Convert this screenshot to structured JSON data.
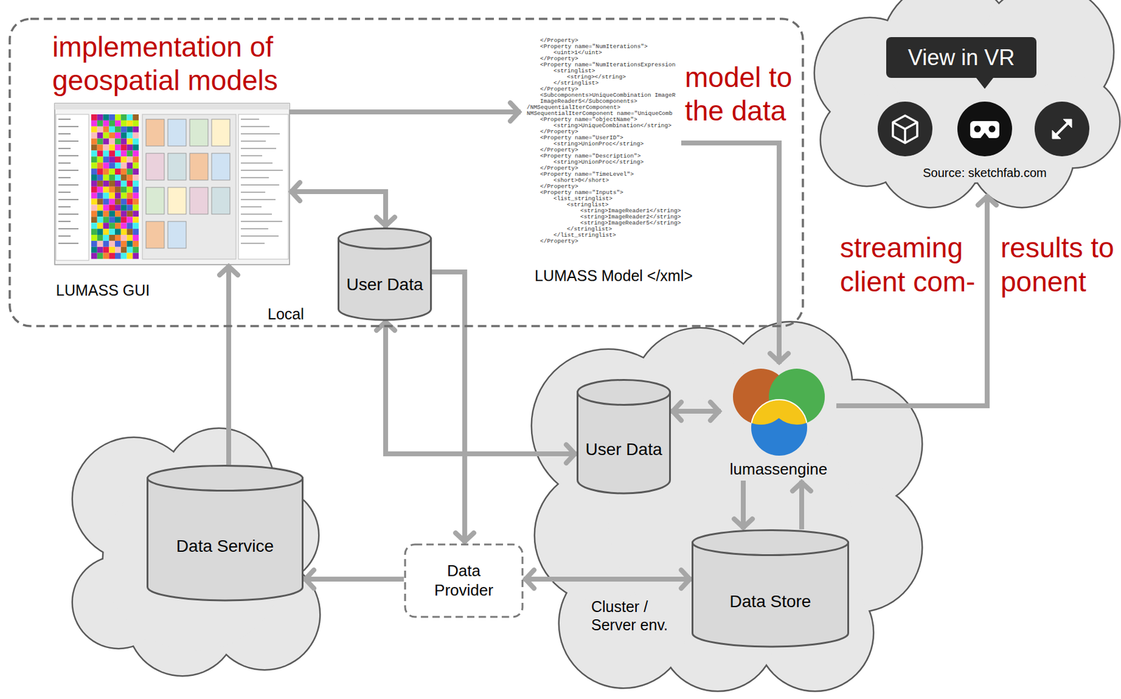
{
  "diagram": {
    "nodes": [
      {
        "text": [
          "Local"
        ]
      },
      {
        "text": [
          "LUMASS GUI"
        ],
        "in": 0
      },
      {
        "text": [
          "LUMASS Model </xml>"
        ],
        "in": 0
      },
      {
        "text": [
          "User Data"
        ],
        "in": 0
      },
      {
        "text": [
          "View in VR",
          "Source: sketchfab.com"
        ]
      },
      {
        "text": [
          "Cluster / Server env."
        ]
      },
      {
        "text": [
          "User Data"
        ],
        "in": 5
      },
      {
        "text": [
          "lumassengine"
        ],
        "in": 5
      },
      {
        "text": [
          "Data Store"
        ],
        "in": 5
      },
      {
        "text": [
          "Data Service"
        ]
      },
      {
        "text": [
          "Data Provider"
        ]
      }
    ],
    "edges": [
      {
        "from": 1,
        "to": 2,
        "arrow": "to"
      },
      {
        "from": 1,
        "to": 3,
        "arrow": "both"
      },
      {
        "from": 2,
        "to": 7,
        "arrow": "to"
      },
      {
        "from": 3,
        "to": 6,
        "arrow": "both"
      },
      {
        "from": 3,
        "to": 10,
        "arrow": "to"
      },
      {
        "from": 9,
        "to": 1,
        "arrow": "to"
      },
      {
        "from": 10,
        "to": 9,
        "arrow": "to"
      },
      {
        "from": 10,
        "to": 8,
        "arrow": "both"
      },
      {
        "from": 6,
        "to": 7,
        "arrow": "both"
      },
      {
        "from": 7,
        "to": 8,
        "arrow": "to"
      },
      {
        "from": 8,
        "to": 7,
        "arrow": "to"
      },
      {
        "from": 7,
        "to": 4,
        "arrow": "to"
      }
    ],
    "labels": [
      "implementation of geospatial models",
      "model to the data",
      "streaming",
      "client com-",
      "results to",
      "ponent",
      "</Property>",
      "<Property name=\"NumIterations\">",
      "<uint>1</uint>",
      "</Property>",
      "<Property name=\"NumIterationsExpression",
      "<stringlist>",
      "<string></string>",
      "</stringlist>",
      "</Property>",
      "<Subcomponents>UniqueCombination ImageR",
      "ImageReader5</Subcomponents>",
      "/NMSequentialIterComponent>",
      "NMSequentialIterComponent name=\"UniqueComb",
      "<Property name=\"objectName\">",
      "<string>UniqueCombination</string>",
      "</Property>",
      "<Property name=\"UserID\">",
      "<string>UnionProc</string>",
      "</Property>",
      "<Property name=\"Description\">",
      "<string>UnionProc</string>",
      "</Property>",
      "<Property name=\"TimeLevel\">",
      "<short>0</short>",
      "</Property>",
      "<Property name=\"Inputs\">",
      "<list_stringlist>",
      "<stringlist>",
      "<string>ImageReader1</string>",
      "<string>ImageReader2</string>",
      "<string>ImageReader5</string>",
      "</stringlist>",
      "</list_stringlist>",
      "</Property>"
    ]
  }
}
